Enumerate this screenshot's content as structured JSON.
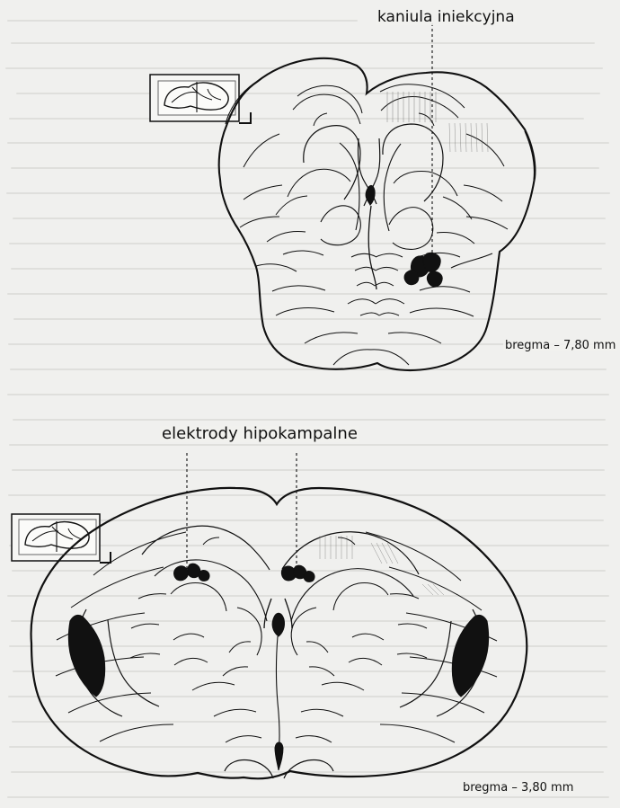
{
  "labels": {
    "top_probe": "kaniula iniekcyjna",
    "hippocampal_electrodes": "elektrody hipokampalne",
    "section_1_bregma": "bregma – 7,80 mm",
    "section_2_bregma": "bregma – 3,80 mm"
  },
  "colors": {
    "paper": "#f0f0ee",
    "ink": "#111111",
    "faint_text": "#c8c8c4"
  },
  "icons": {
    "orientation_brain": "brain-orientation-icon"
  }
}
